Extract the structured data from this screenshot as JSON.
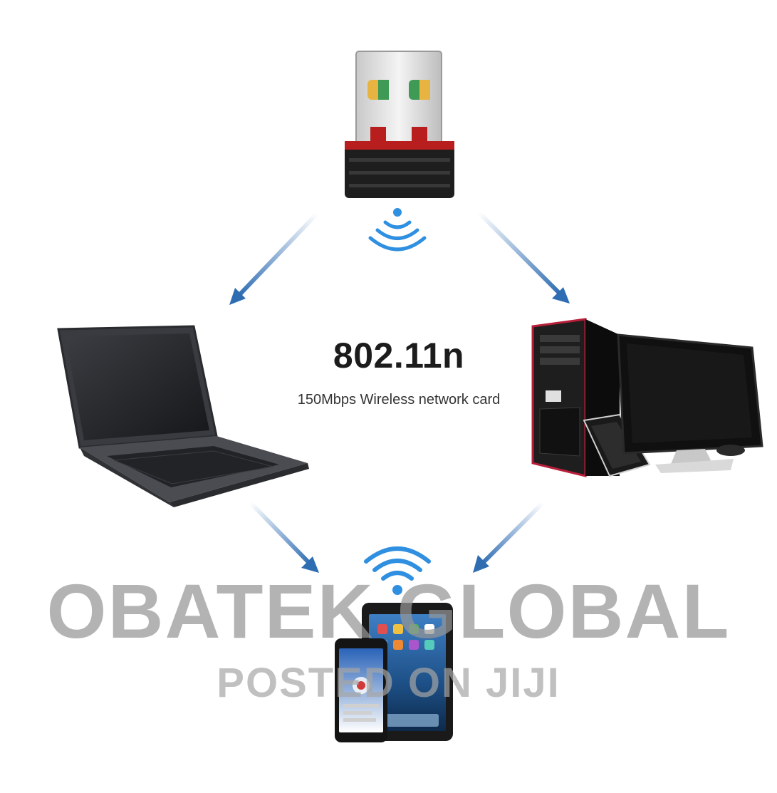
{
  "headline": {
    "standard": "802.11n",
    "description": "150Mbps Wireless network card"
  },
  "watermark": {
    "brand": "OBATEK GLOBAL",
    "source": "POSTED ON JIJI"
  },
  "devices": [
    "usb-wifi-adapter",
    "laptop",
    "desktop-computer",
    "phone-and-tablet"
  ],
  "colors": {
    "arrow": "#2f6db3",
    "wifi_signal": "#2f8fe0",
    "adapter_body": "#1e1e1e",
    "adapter_accent": "#b81e1e"
  }
}
